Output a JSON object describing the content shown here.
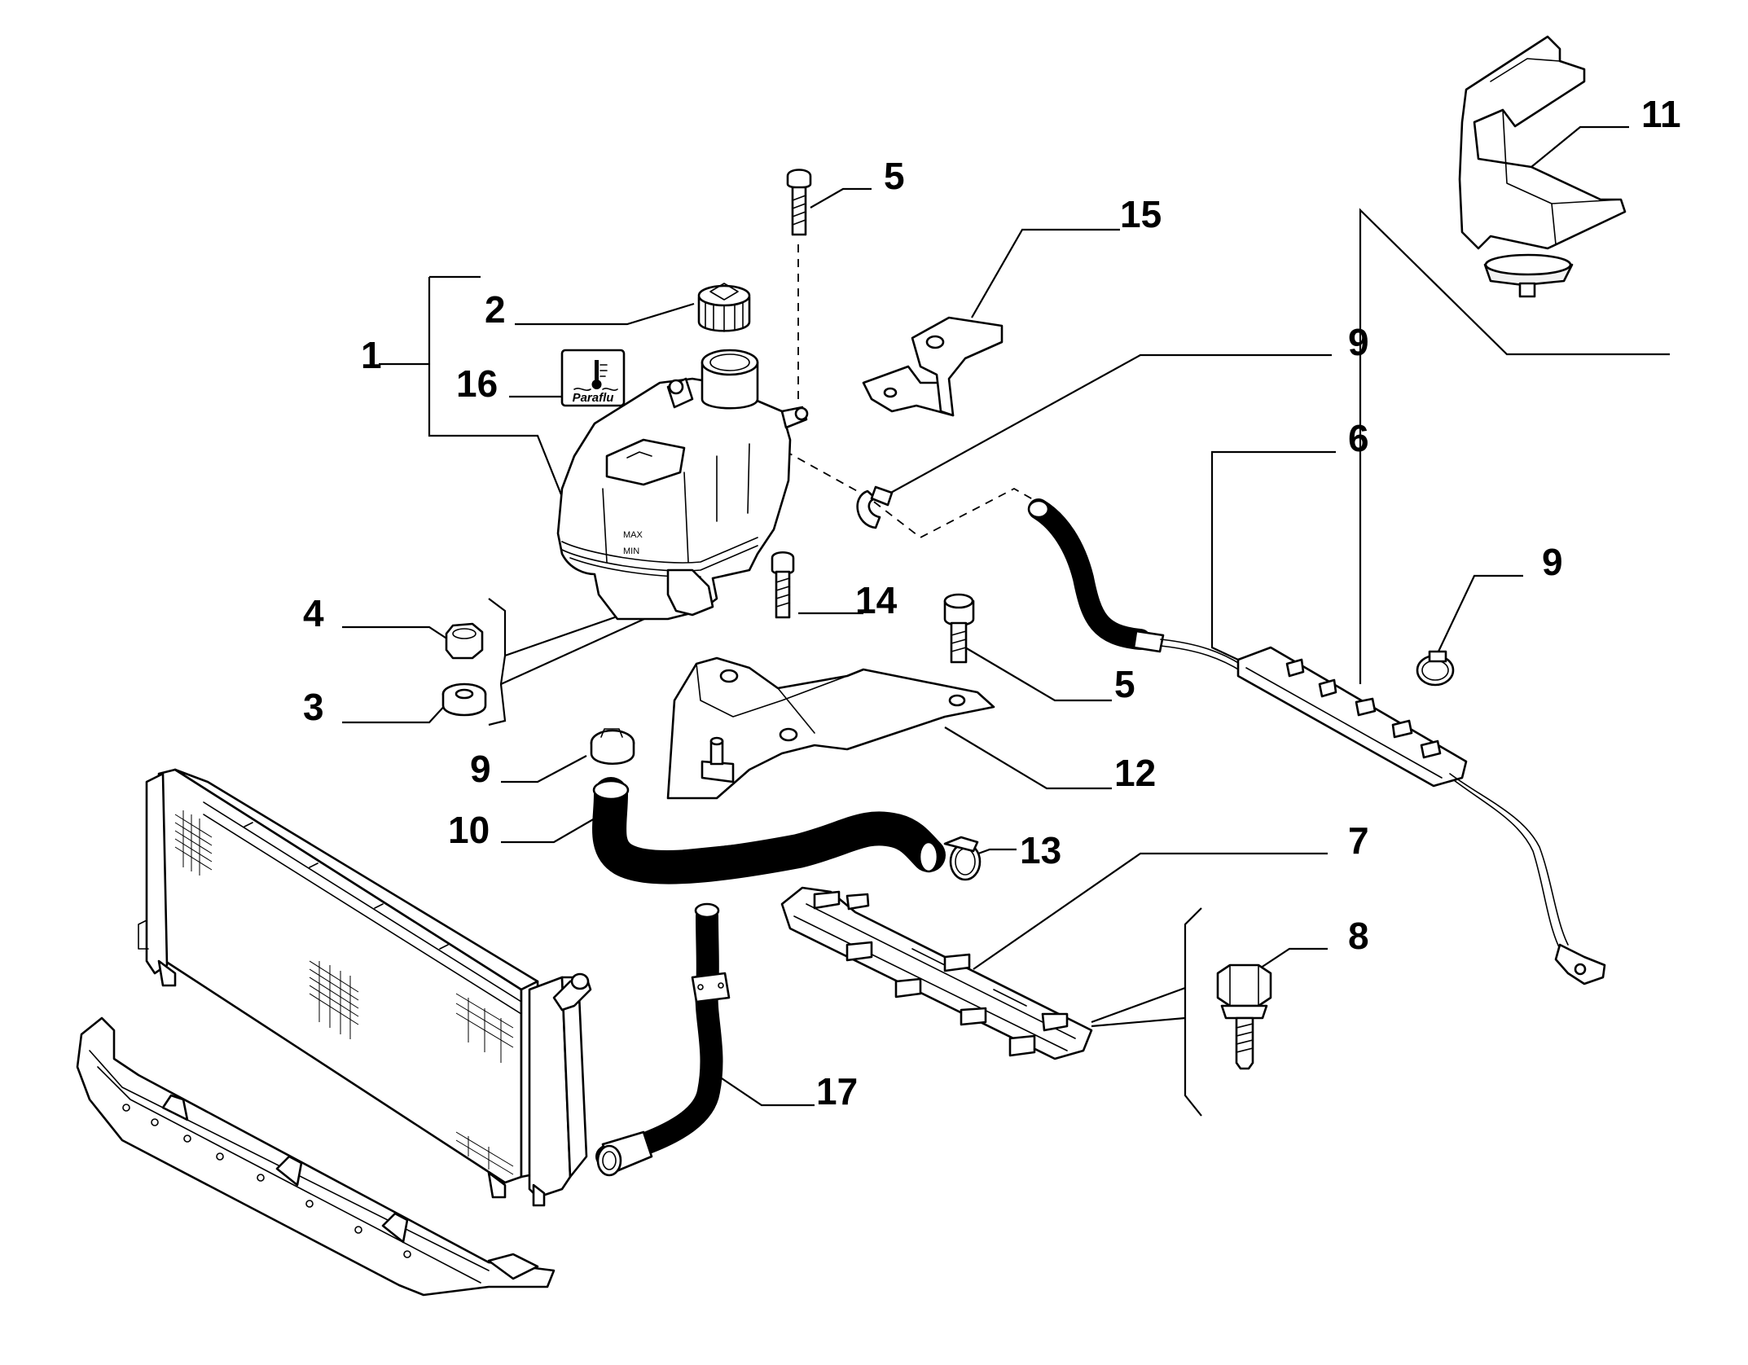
{
  "diagram": {
    "callouts": [
      {
        "id": "c1",
        "label": "1"
      },
      {
        "id": "c2",
        "label": "2"
      },
      {
        "id": "c3",
        "label": "3"
      },
      {
        "id": "c4",
        "label": "4"
      },
      {
        "id": "c5a",
        "label": "5"
      },
      {
        "id": "c5b",
        "label": "5"
      },
      {
        "id": "c6",
        "label": "6"
      },
      {
        "id": "c7",
        "label": "7"
      },
      {
        "id": "c8",
        "label": "8"
      },
      {
        "id": "c9a",
        "label": "9"
      },
      {
        "id": "c9b",
        "label": "9"
      },
      {
        "id": "c9c",
        "label": "9"
      },
      {
        "id": "c10",
        "label": "10"
      },
      {
        "id": "c11",
        "label": "11"
      },
      {
        "id": "c12",
        "label": "12"
      },
      {
        "id": "c13",
        "label": "13"
      },
      {
        "id": "c14",
        "label": "14"
      },
      {
        "id": "c15",
        "label": "15"
      },
      {
        "id": "c16",
        "label": "16"
      },
      {
        "id": "c17",
        "label": "17"
      }
    ],
    "badge_label": "Paraflu",
    "tank_marks": {
      "max": "MAX",
      "min": "MIN"
    }
  }
}
